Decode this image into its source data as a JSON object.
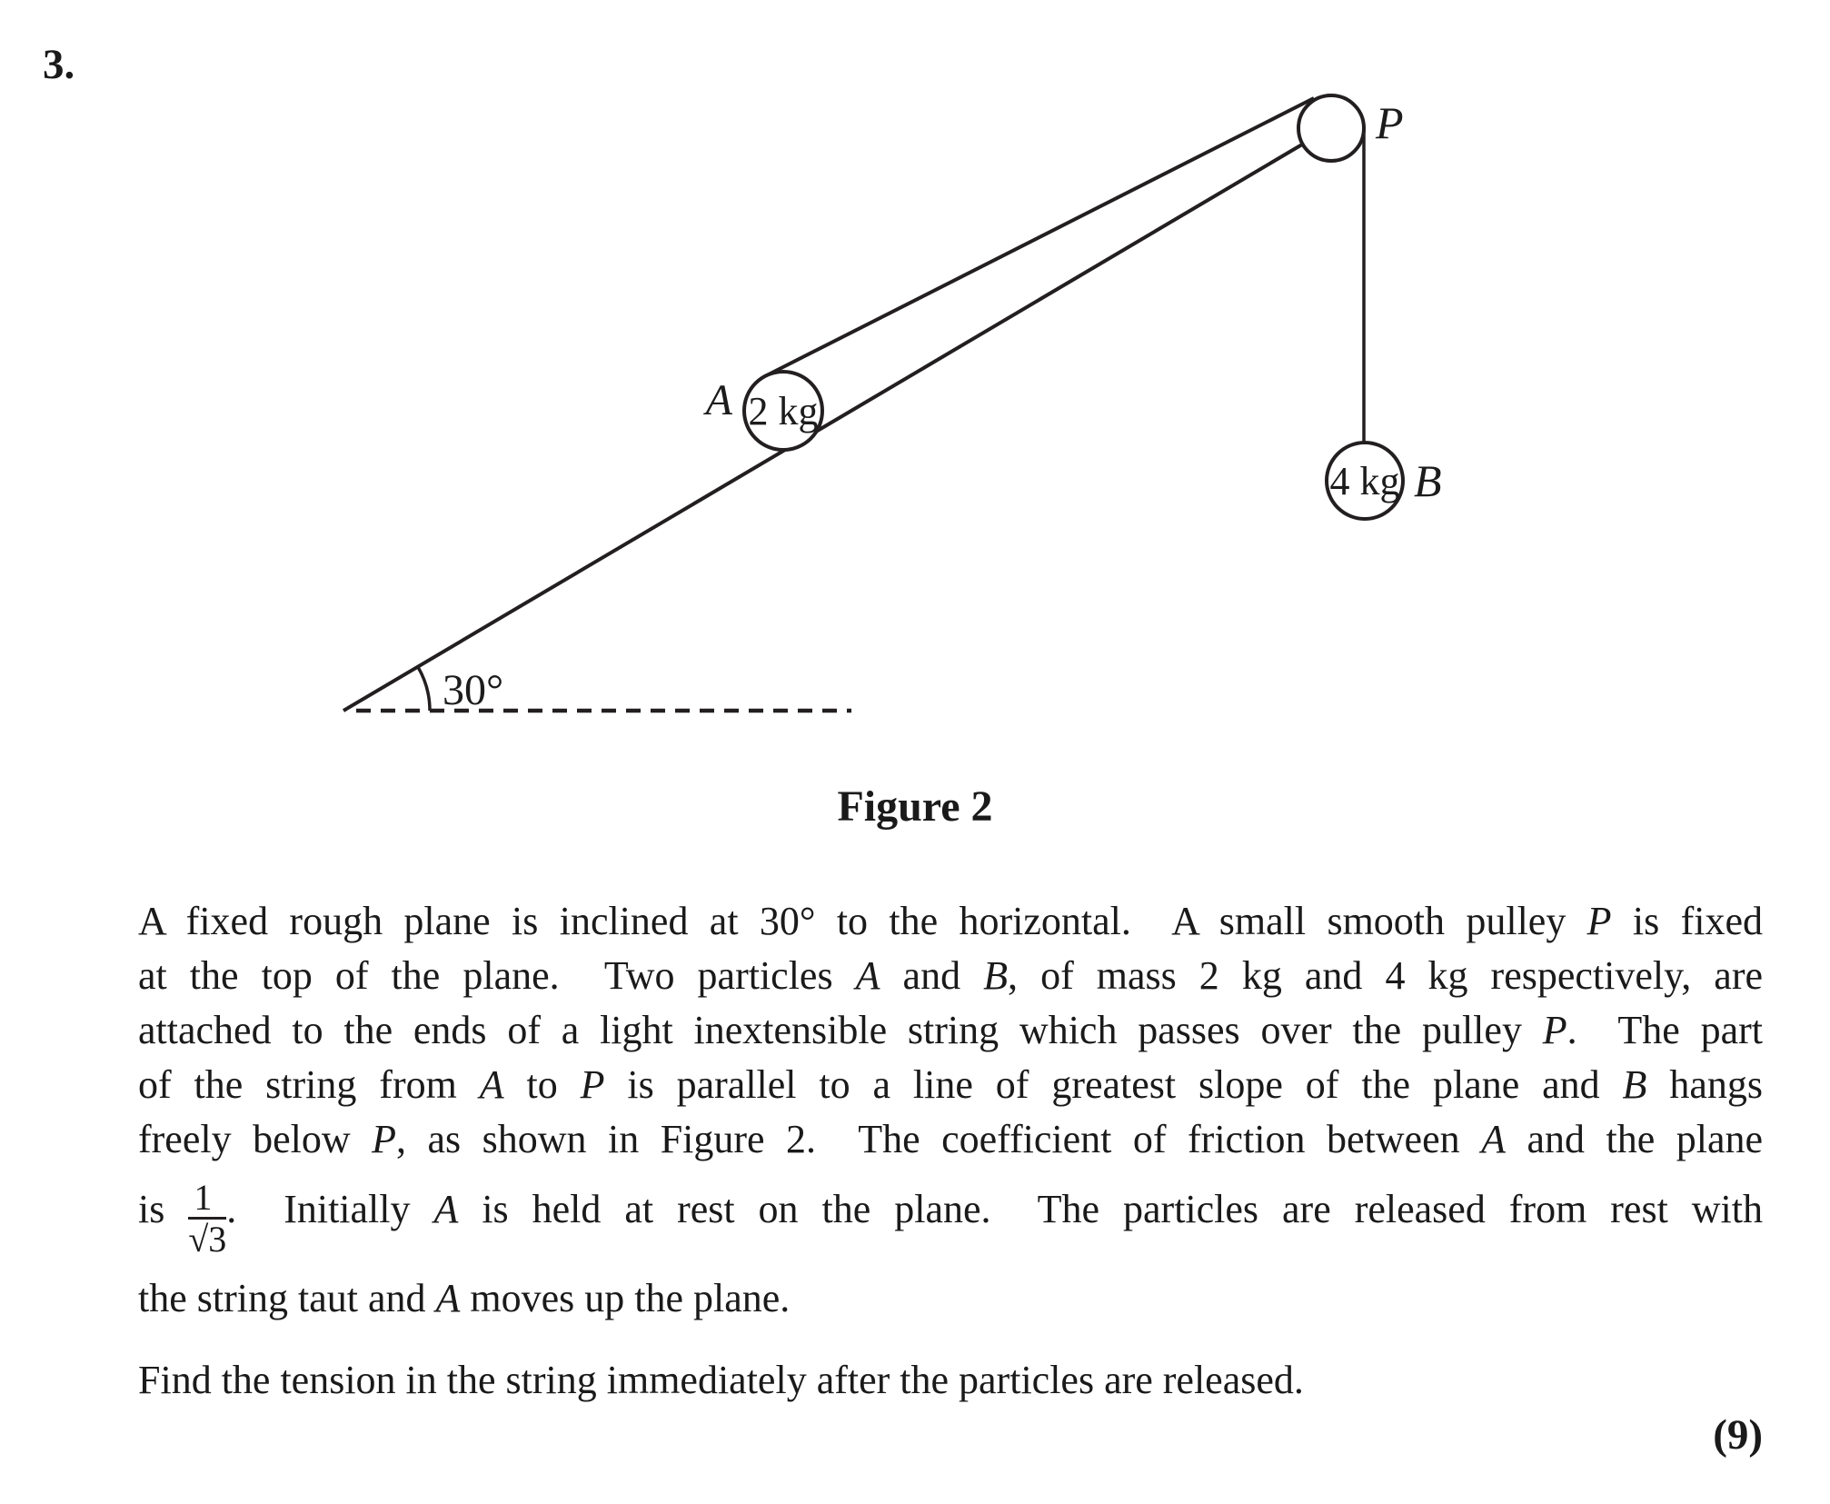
{
  "page": {
    "question_number": "3.",
    "marks": "(9)"
  },
  "figure": {
    "caption": "Figure 2",
    "pulley_label": "P",
    "particle_a_label": "A",
    "particle_a_mass": "2 kg",
    "particle_b_label": "B",
    "particle_b_mass": "4 kg",
    "incline_angle": "30°"
  },
  "body": {
    "lines": [
      {
        "segments": [
          {
            "t": "A fixed rough plane is inclined at 30° to the horizontal.  A small smooth pulley "
          },
          {
            "t": "P",
            "i": true
          },
          {
            "t": " is fixed"
          }
        ]
      },
      {
        "segments": [
          {
            "t": "at the top of the plane.  Two particles "
          },
          {
            "t": "A",
            "i": true
          },
          {
            "t": " and "
          },
          {
            "t": "B",
            "i": true
          },
          {
            "t": ", of mass 2 kg and 4 kg respectively, are"
          }
        ]
      },
      {
        "segments": [
          {
            "t": "attached to the ends of a light inextensible string which passes over the pulley "
          },
          {
            "t": "P",
            "i": true
          },
          {
            "t": ".  The part"
          }
        ]
      },
      {
        "segments": [
          {
            "t": "of the string from "
          },
          {
            "t": "A",
            "i": true
          },
          {
            "t": " to "
          },
          {
            "t": "P",
            "i": true
          },
          {
            "t": " is parallel to a line of greatest slope of the plane and "
          },
          {
            "t": "B",
            "i": true
          },
          {
            "t": " hangs"
          }
        ]
      },
      {
        "segments": [
          {
            "t": "freely below "
          },
          {
            "t": "P",
            "i": true
          },
          {
            "t": ", as shown in Figure 2.  The coefficient of friction between "
          },
          {
            "t": "A",
            "i": true
          },
          {
            "t": " and the plane"
          }
        ]
      },
      {
        "segments": [
          {
            "t": "is "
          },
          {
            "frac": {
              "n": "1",
              "d": "√3"
            }
          },
          {
            "t": ".  Initially "
          },
          {
            "t": "A",
            "i": true
          },
          {
            "t": " is held at rest on the plane.  The particles are released from rest with"
          }
        ]
      },
      {
        "segments": [
          {
            "t": "the string taut and "
          },
          {
            "t": "A",
            "i": true
          },
          {
            "t": " moves up the plane."
          }
        ]
      }
    ],
    "find_text": [
      {
        "t": "Find the tension in the string immediately after the particles are released."
      }
    ]
  }
}
